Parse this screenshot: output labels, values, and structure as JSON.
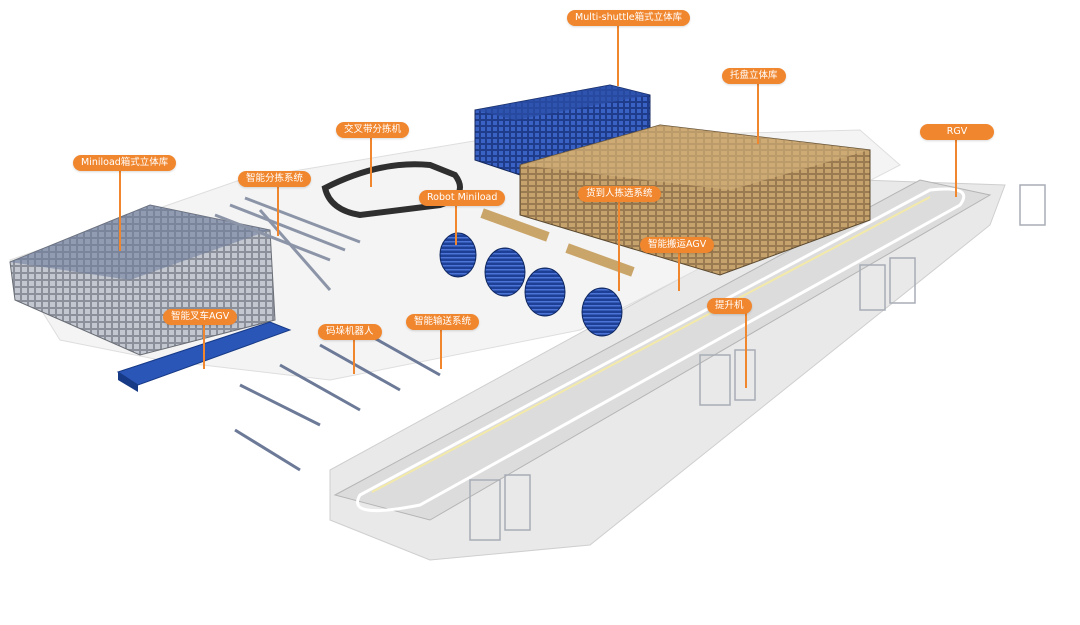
{
  "labels": {
    "multishuttle": "Multi-shuttle箱式立体库",
    "pallet_asrs": "托盘立体库",
    "rgv": "RGV",
    "crossbelt": "交叉带分拣机",
    "miniload": "Miniload箱式立体库",
    "sorting": "智能分拣系统",
    "robot_miniload": "Robot Miniload",
    "goods_to_person": "货到人拣选系统",
    "handling_agv": "智能搬运AGV",
    "forklift_agv": "智能叉车AGV",
    "palletizing_robot": "码垛机器人",
    "conveyor": "智能输送系统",
    "lifter": "提升机"
  },
  "colors": {
    "tag": "#f0862e",
    "rack_blue": "#2b4fa8",
    "rack_tan": "#b08a5a",
    "platform": "#e6e6e6",
    "rail": "#f3e9a8"
  }
}
